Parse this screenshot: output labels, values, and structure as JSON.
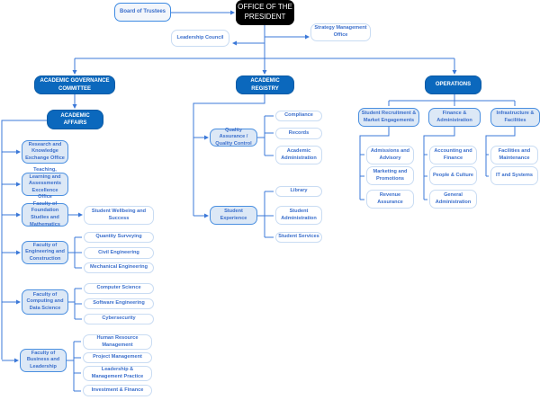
{
  "top": {
    "board": "Board of Trustees",
    "president": "OFFICE OF THE PRESIDENT",
    "leadership": "Leadership Council",
    "strategy": "Strategy Management Office"
  },
  "level1": {
    "agc": "ACADEMIC GOVERNANCE COMMITTEE",
    "registry": "ACADEMIC REGISTRY",
    "operations": "OPERATIONS"
  },
  "academic": {
    "affairs": "ACADEMIC AFFAIRS",
    "research": "Research and Knowledge Exchange Office",
    "teaching": "Teaching, Learning and Assessments Excellence Office",
    "foundation": {
      "name": "Faculty of Foundation Studies and Mathematics",
      "children": [
        "Student Wellbeing and Success"
      ]
    },
    "engineering": {
      "name": "Faculty of Engineering and Construction",
      "children": [
        "Quantity Surveying",
        "Civil Engineering",
        "Mechanical Engineering"
      ]
    },
    "computing": {
      "name": "Faculty of Computing and Data Science",
      "children": [
        "Computer Science",
        "Software Engineering",
        "Cybersecurity"
      ]
    },
    "business": {
      "name": "Faculty of Business and Leadership",
      "children": [
        "Human Resource Management",
        "Project Management",
        "Leadership & Management Practice",
        "Investment & Finance"
      ]
    }
  },
  "registry": {
    "qa": {
      "name": "Quality Assurance / Quality Control",
      "children": [
        "Compliance",
        "Records",
        "Academic Administration"
      ]
    },
    "se": {
      "name": "Student Experience",
      "children": [
        "Library",
        "Student Administration",
        "Student Services"
      ]
    }
  },
  "operations": {
    "srme": {
      "name": "Student Recruitment & Market Engagements",
      "children": [
        "Admissions and Advisory",
        "Marketing and Promotions",
        "Revenue Assurance"
      ]
    },
    "fa": {
      "name": "Finance & Administration",
      "children": [
        "Accounting and Finance",
        "People & Culture",
        "General Administration"
      ]
    },
    "inf": {
      "name": "Infrastructure & Facilities",
      "children": [
        "Facilities and Maintenance",
        "IT and Systems"
      ]
    }
  },
  "colors": {
    "primary": "#0b68bd",
    "line": "#3b78d8",
    "light_fill": "#dce8f6",
    "president": "#000000"
  }
}
